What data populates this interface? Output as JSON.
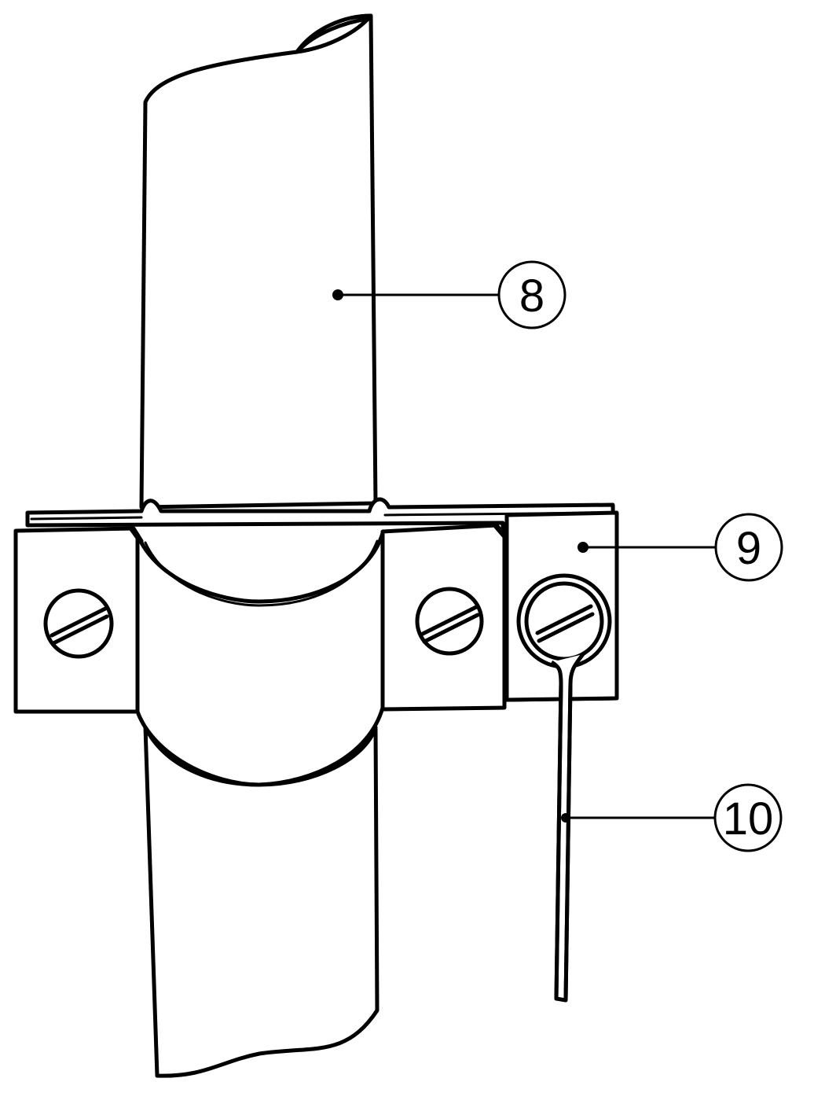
{
  "drawing": {
    "line_color": "#000000",
    "background": "#ffffff"
  },
  "callouts": [
    {
      "id": "pipe",
      "label": "8"
    },
    {
      "id": "clamp",
      "label": "9"
    },
    {
      "id": "wire",
      "label": "10"
    }
  ]
}
